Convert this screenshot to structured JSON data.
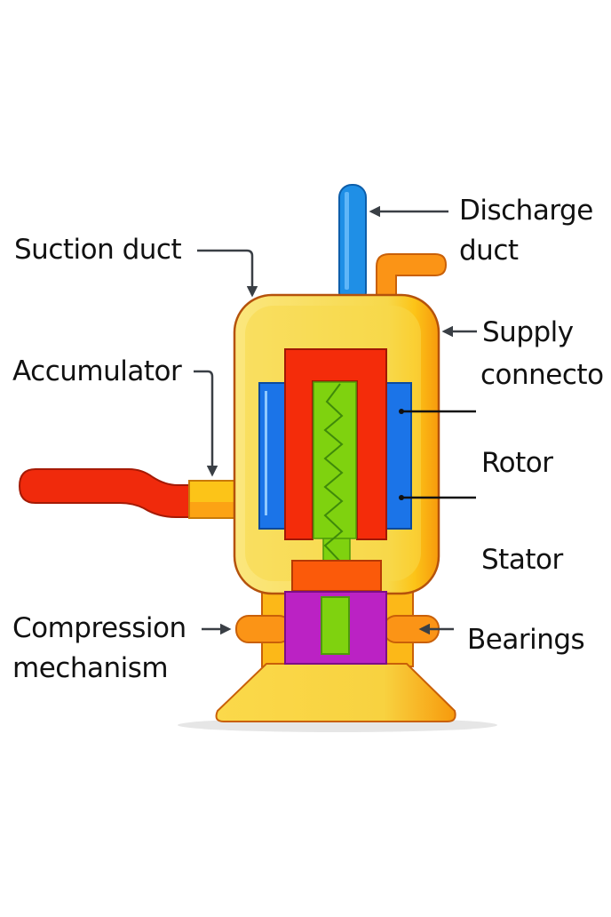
{
  "diagram": {
    "title": "Compressor cutaway diagram",
    "colors": {
      "shell": "#f7d84a",
      "shell_edge": "#f59b0c",
      "outline": "#b5520b",
      "discharge_pipe": "#1f8fe6",
      "supply_pipe": "#fb9416",
      "suction_pipe": "#f02a0c",
      "stator": "#1b74e8",
      "rotor_frame": "#f42c0a",
      "shaft": "#7fd20f",
      "compression_block": "#bb22c4",
      "cap": "#fb5a0a",
      "base": "#f8d240",
      "leader": "#3a3f45"
    },
    "labels": {
      "suction_duct": "Suction duct",
      "accumulator": "Accumulator",
      "discharge_line1": "Discharge",
      "discharge_line2": "duct",
      "supply_line1": "Supply",
      "supply_line2": "connecto",
      "rotor": "Rotor",
      "stator": "Stator",
      "compression_line1": "Compression",
      "compression_line2": "mechanism",
      "bearings": "Bearings"
    }
  }
}
